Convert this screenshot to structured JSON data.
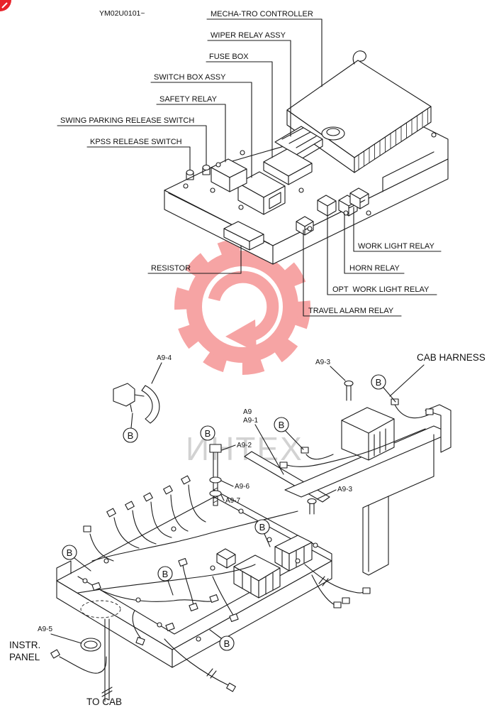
{
  "document_code": "YM02U0101~",
  "upper_assembly": {
    "labels": {
      "mecha_tro_controller": "MECHA-TRO CONTROLLER",
      "wiper_relay_assy": "WIPER RELAY ASSY",
      "fuse_box": "FUSE BOX",
      "switch_box_assy": "SWITCH BOX ASSY",
      "safety_relay": "SAFETY RELAY",
      "swing_parking_release_switch": "SWING PARKING RELEASE SWITCH",
      "kpss_release_switch": "KPSS RELEASE SWITCH",
      "resistor": "RESISTOR",
      "work_light_relay": "WORK LIGHT RELAY",
      "horn_relay": "HORN RELAY",
      "opt_work_light_relay": "OPT  WORK LIGHT RELAY",
      "travel_alarm_relay": "TRAVEL ALARM RELAY"
    }
  },
  "lower_assembly": {
    "labels": {
      "cab_harness": "CAB HARNESS",
      "instr_panel_line1": "INSTR.",
      "instr_panel_line2": "PANEL",
      "to_cab": "TO CAB"
    },
    "part_numbers": {
      "a9": "A9",
      "a9_1": "A9-1",
      "a9_2": "A9-2",
      "a9_3_top": "A9-3",
      "a9_3_right": "A9-3",
      "a9_4": "A9-4",
      "a9_5": "A9-5",
      "a9_6": "A9-6",
      "a9_7": "A9-7"
    },
    "callouts": [
      "B",
      "B",
      "B",
      "B",
      "B",
      "B",
      "B",
      "B"
    ]
  },
  "watermark": {
    "text": "ИНТЕХ",
    "logo": "gear-arrow-logo"
  },
  "colors": {
    "line": "#1a1a1a",
    "background": "#ffffff",
    "watermark_red": "#ef4b4b",
    "watermark_gray": "#d2d2d2",
    "corner_badge": "#e8232a"
  }
}
